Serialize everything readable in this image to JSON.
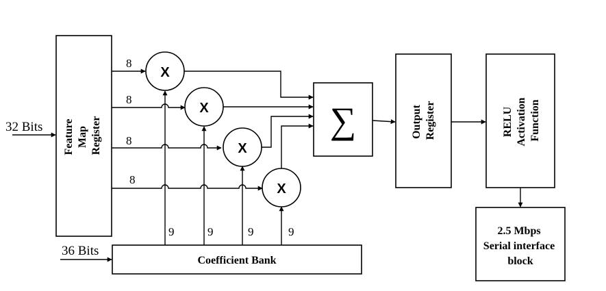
{
  "inputs": {
    "feature_bits": "32 Bits",
    "coeff_bits": "36 Bits"
  },
  "blocks": {
    "feature_map_register": [
      "Feature",
      "Map",
      "Register"
    ],
    "coefficient_bank": "Coefficient Bank",
    "summer_symbol": "∑",
    "output_register": [
      "Output",
      "Register"
    ],
    "relu": [
      "RELU",
      "Activation",
      "Function"
    ],
    "serial_interface": [
      "2.5 Mbps",
      "Serial interface",
      "block"
    ]
  },
  "multipliers": [
    {
      "symbol": "X",
      "data_width": "8",
      "coeff_width": "9"
    },
    {
      "symbol": "X",
      "data_width": "8",
      "coeff_width": "9"
    },
    {
      "symbol": "X",
      "data_width": "8",
      "coeff_width": "9"
    },
    {
      "symbol": "X",
      "data_width": "8",
      "coeff_width": "9"
    }
  ]
}
